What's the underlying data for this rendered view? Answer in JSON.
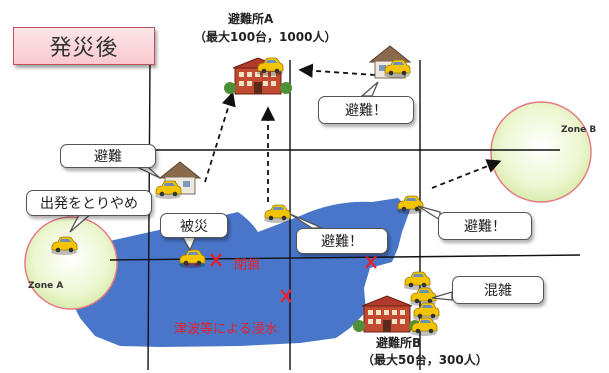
{
  "title": "発災後",
  "shelter_a": {
    "name": "避難所A",
    "capacity": "（最大100台，1000人）"
  },
  "shelter_b": {
    "name": "避難所B",
    "capacity": "（最大50台，300人）"
  },
  "zone_a": "Zone A",
  "zone_b": "Zone B",
  "bubbles": {
    "evacuation_left": "避難",
    "cancel_departure": "出発をとりやめ",
    "damaged": "被災",
    "evacuation_center": "避難！",
    "evacuation_top": "避難！",
    "evacuation_right": "避難！",
    "congestion": "混雑"
  },
  "blocked_label": "閉鎖",
  "flood_label": "津波等による浸水",
  "colors": {
    "flood": "#3f6fc6",
    "zone_fill": "#e4f2c0",
    "zone_border": "#e87a84",
    "road": "#111111",
    "blocked": "#e8202a",
    "car": "#f5c400"
  }
}
